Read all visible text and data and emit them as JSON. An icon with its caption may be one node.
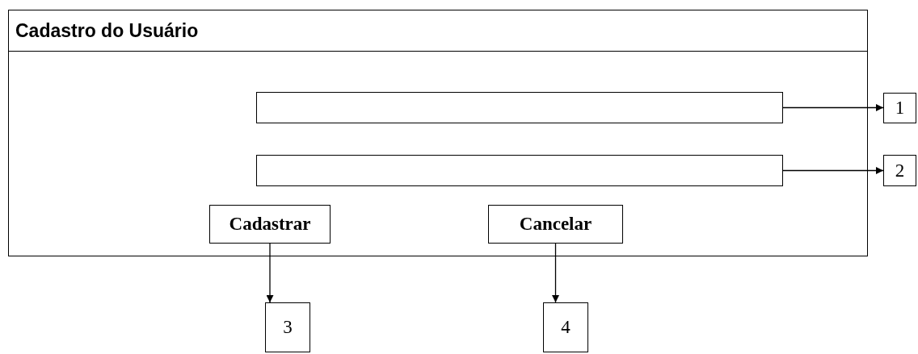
{
  "diagram": {
    "nodes": [
      {
        "text": [
          "Cadastro do Usuário"
        ]
      },
      {
        "text": [],
        "shape": "box",
        "in": 0
      },
      {
        "text": [],
        "shape": "box",
        "in": 0
      },
      {
        "text": [
          "Cadastrar"
        ],
        "in": 0
      },
      {
        "text": [
          "Cancelar"
        ],
        "in": 0
      },
      {
        "text": [
          "1"
        ]
      },
      {
        "text": [
          "2"
        ]
      },
      {
        "text": [
          "3"
        ]
      },
      {
        "text": [
          "4"
        ]
      }
    ],
    "edges": [
      {
        "from": 1,
        "to": 5,
        "arrow": "to"
      },
      {
        "from": 2,
        "to": 6,
        "arrow": "to"
      },
      {
        "from": 3,
        "to": 7,
        "arrow": "to"
      },
      {
        "from": 4,
        "to": 8,
        "arrow": "to"
      }
    ]
  }
}
